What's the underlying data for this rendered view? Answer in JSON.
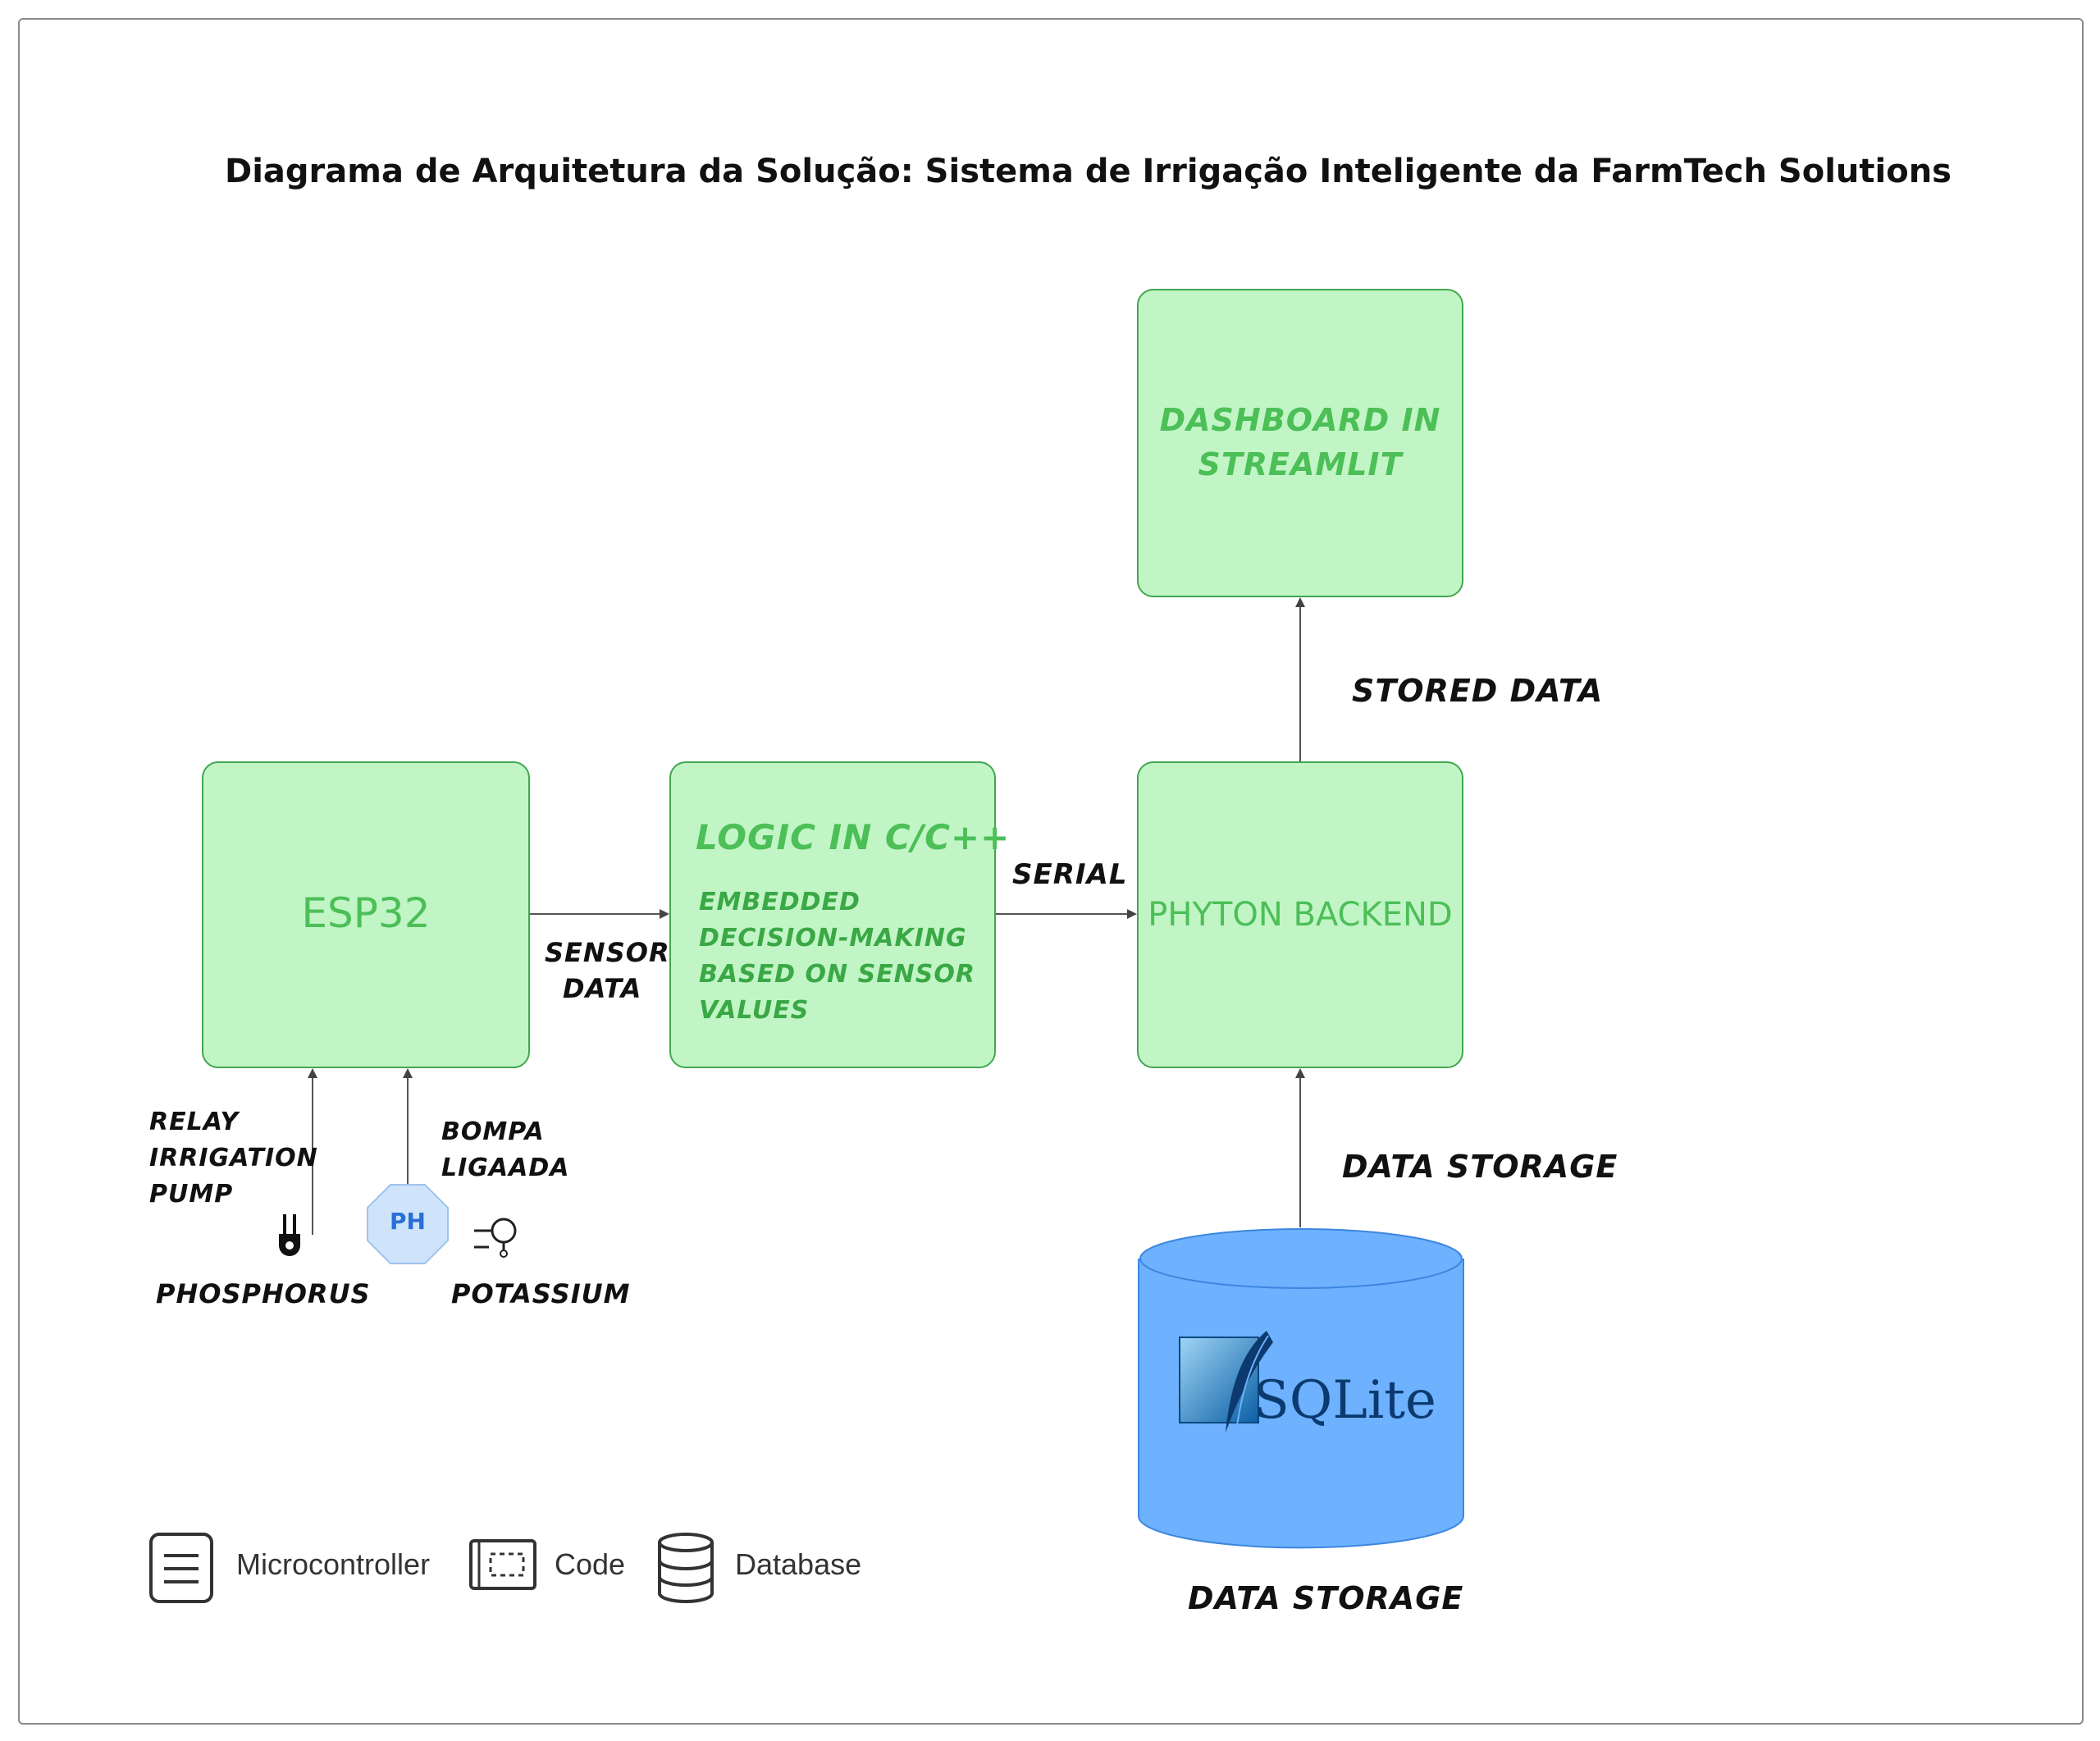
{
  "title": "Diagrama de Arquitetura da Solução: Sistema de Irrigação Inteligente da FarmTech Solutions",
  "nodes": {
    "esp32": "ESP32",
    "logic_title": "LOGIC IN C/C++",
    "logic_desc_1": "EMBEDDED",
    "logic_desc_2": "DECISION-MAKING",
    "logic_desc_3": "BASED ON SENSOR",
    "logic_desc_4": "VALUES",
    "backend": "PHYTON BACKEND",
    "dashboard_1": "DASHBOARD IN",
    "dashboard_2": "STREAMLIT"
  },
  "edges": {
    "sensor_data_1": "SENSOR",
    "sensor_data_2": "DATA",
    "serial": "SERIAL",
    "stored_data": "STORED DATA",
    "data_storage": "DATA STORAGE"
  },
  "sensors": {
    "relay_1": "RELAY",
    "relay_2": "IRRIGATION",
    "relay_3": "PUMP",
    "bompa_1": "BOMPA",
    "bompa_2": "LIGAADA",
    "ph": "PH",
    "phosphorus": "PHOSPHORUS",
    "potassium": "POTASSIUM"
  },
  "database": {
    "logo_text": "SQLite",
    "caption": "DATA STORAGE"
  },
  "legend": {
    "microcontroller": "Microcontroller",
    "code": "Code",
    "database": "Database"
  },
  "colors": {
    "node_fill": "#c1f5c6",
    "node_border": "#43a64f",
    "node_text": "#4cbf57",
    "database_fill": "#6db1ff",
    "ph_fill": "#cfe3fb"
  }
}
